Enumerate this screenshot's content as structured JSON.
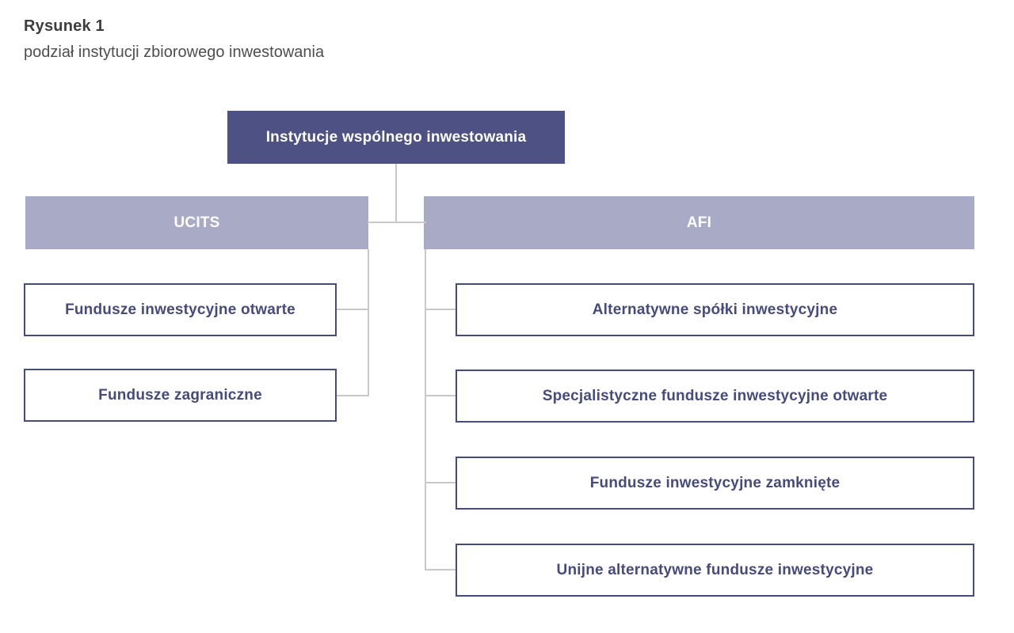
{
  "figure": {
    "title": "Rysunek 1",
    "subtitle": "podział instytucji zbiorowego inwestowania"
  },
  "colors": {
    "root_bg": "#4d5184",
    "header_bg": "#a9aac6",
    "node_border": "#474b7c",
    "node_text": "#474b7c",
    "connector": "#c8c8c8",
    "title_text": "#3d3d3d",
    "subtitle_text": "#4e4e4e"
  },
  "diagram": {
    "root": {
      "label": "Instytucje wspólnego inwestowania"
    },
    "branches": [
      {
        "header": "UCITS",
        "children": [
          {
            "label": "Fundusze inwestycyjne otwarte"
          },
          {
            "label": "Fundusze zagraniczne"
          }
        ]
      },
      {
        "header": "AFI",
        "children": [
          {
            "label": "Alternatywne spółki inwestycyjne"
          },
          {
            "label": "Specjalistyczne fundusze inwestycyjne otwarte"
          },
          {
            "label": "Fundusze inwestycyjne zamknięte"
          },
          {
            "label": "Unijne alternatywne fundusze inwestycyjne"
          }
        ]
      }
    ]
  }
}
